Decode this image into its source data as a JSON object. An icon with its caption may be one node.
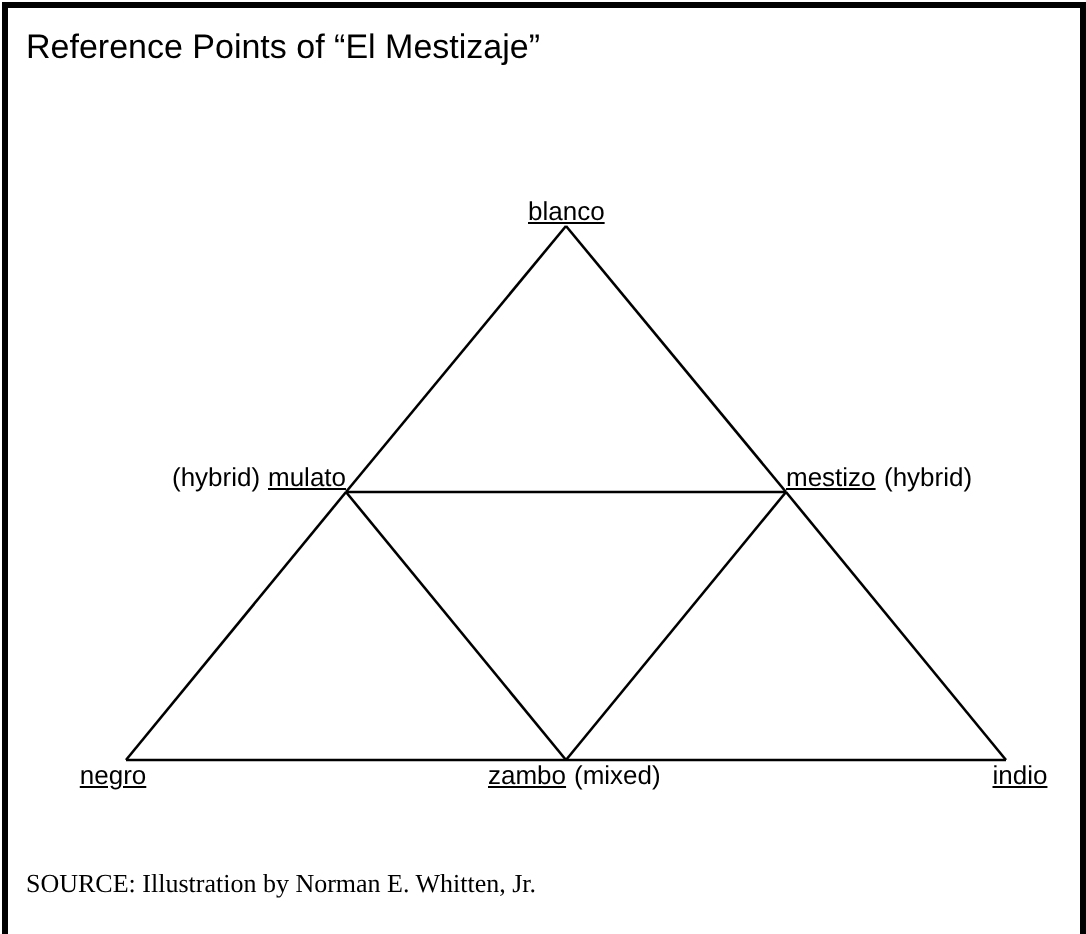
{
  "diagram": {
    "title": "Reference Points of “El Mestizaje”",
    "nodes": [
      {
        "text": [
          "blanco"
        ]
      },
      {
        "text": [
          "mulato"
        ],
        "beside": [
          "(hybrid)"
        ]
      },
      {
        "text": [
          "mestizo"
        ],
        "beside": [
          "(hybrid)"
        ]
      },
      {
        "text": [
          "negro"
        ]
      },
      {
        "text": [
          "zambo"
        ],
        "beside": [
          "(mixed)"
        ]
      },
      {
        "text": [
          "indio"
        ]
      }
    ],
    "edges": [
      {
        "from": 0,
        "to": 1,
        "arrow": "none"
      },
      {
        "from": 0,
        "to": 2,
        "arrow": "none"
      },
      {
        "from": 1,
        "to": 2,
        "arrow": "none"
      },
      {
        "from": 1,
        "to": 3,
        "arrow": "none"
      },
      {
        "from": 1,
        "to": 4,
        "arrow": "none"
      },
      {
        "from": 2,
        "to": 4,
        "arrow": "none"
      },
      {
        "from": 2,
        "to": 5,
        "arrow": "none"
      },
      {
        "from": 3,
        "to": 4,
        "arrow": "none"
      },
      {
        "from": 4,
        "to": 5,
        "arrow": "none"
      }
    ],
    "caption": "SOURCE: Illustration by Norman E. Whitten, Jr."
  }
}
